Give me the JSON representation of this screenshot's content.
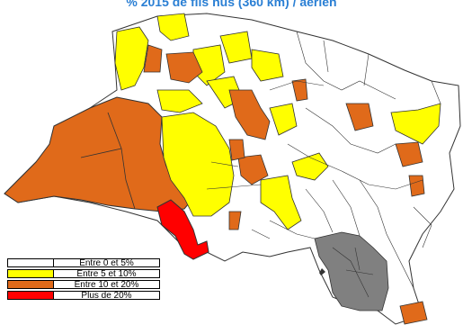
{
  "title": "% 2015 de fils nus (360 km) / aérien",
  "colors": {
    "class0": "#ffffff",
    "class1": "#ffff00",
    "class2": "#e06a1a",
    "class3": "#ff0000",
    "metro": "#808080",
    "border": "#333333"
  },
  "legend": [
    {
      "label": "Entre 0 et 5%",
      "color": "#ffffff"
    },
    {
      "label": "Entre 5 et 10%",
      "color": "#ffff00"
    },
    {
      "label": "Entre 10 et 20%",
      "color": "#e06a1a"
    },
    {
      "label": "Plus de 20%",
      "color": "#ff0000"
    }
  ]
}
